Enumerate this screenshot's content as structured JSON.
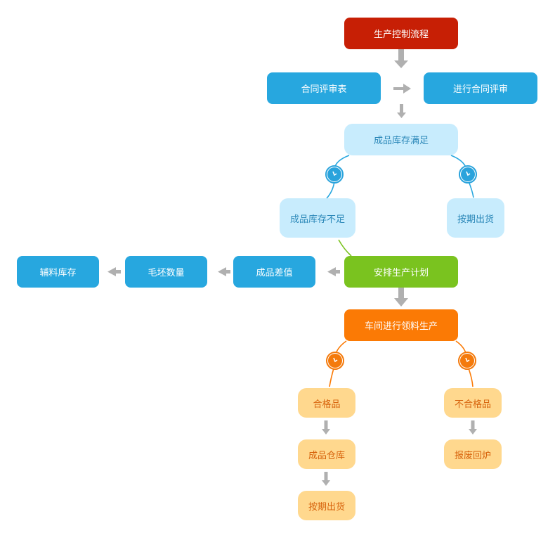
{
  "diagram": {
    "nodes": {
      "root": "生产控制流程",
      "contract_review_table": "合同评审表",
      "do_contract_review": "进行合同评审",
      "stock_sufficient": "成品库存满足",
      "stock_insufficient": "成品库存不足",
      "ship_on_schedule_1": "按期出货",
      "arrange_production_plan": "安排生产计划",
      "product_difference": "成品差值",
      "blank_quantity": "毛坯数量",
      "auxiliary_stock": "辅料库存",
      "workshop_production": "车间进行领料生产",
      "qualified": "合格品",
      "unqualified": "不合格品",
      "product_warehouse": "成品仓库",
      "scrap_remelt": "报废回炉",
      "ship_on_schedule_2": "按期出货"
    },
    "colors": {
      "root": "#c71f05",
      "blue": "#27a7df",
      "light_blue": "#c8ecfd",
      "green": "#7ac31f",
      "orange": "#fb7a05",
      "peach": "#ffd88e",
      "arrow": "#b0b0b0",
      "badge_blue": "#2aa3dc",
      "badge_orange": "#f47a0c"
    },
    "icons": {
      "branch_badge": "clock-check-icon"
    }
  }
}
